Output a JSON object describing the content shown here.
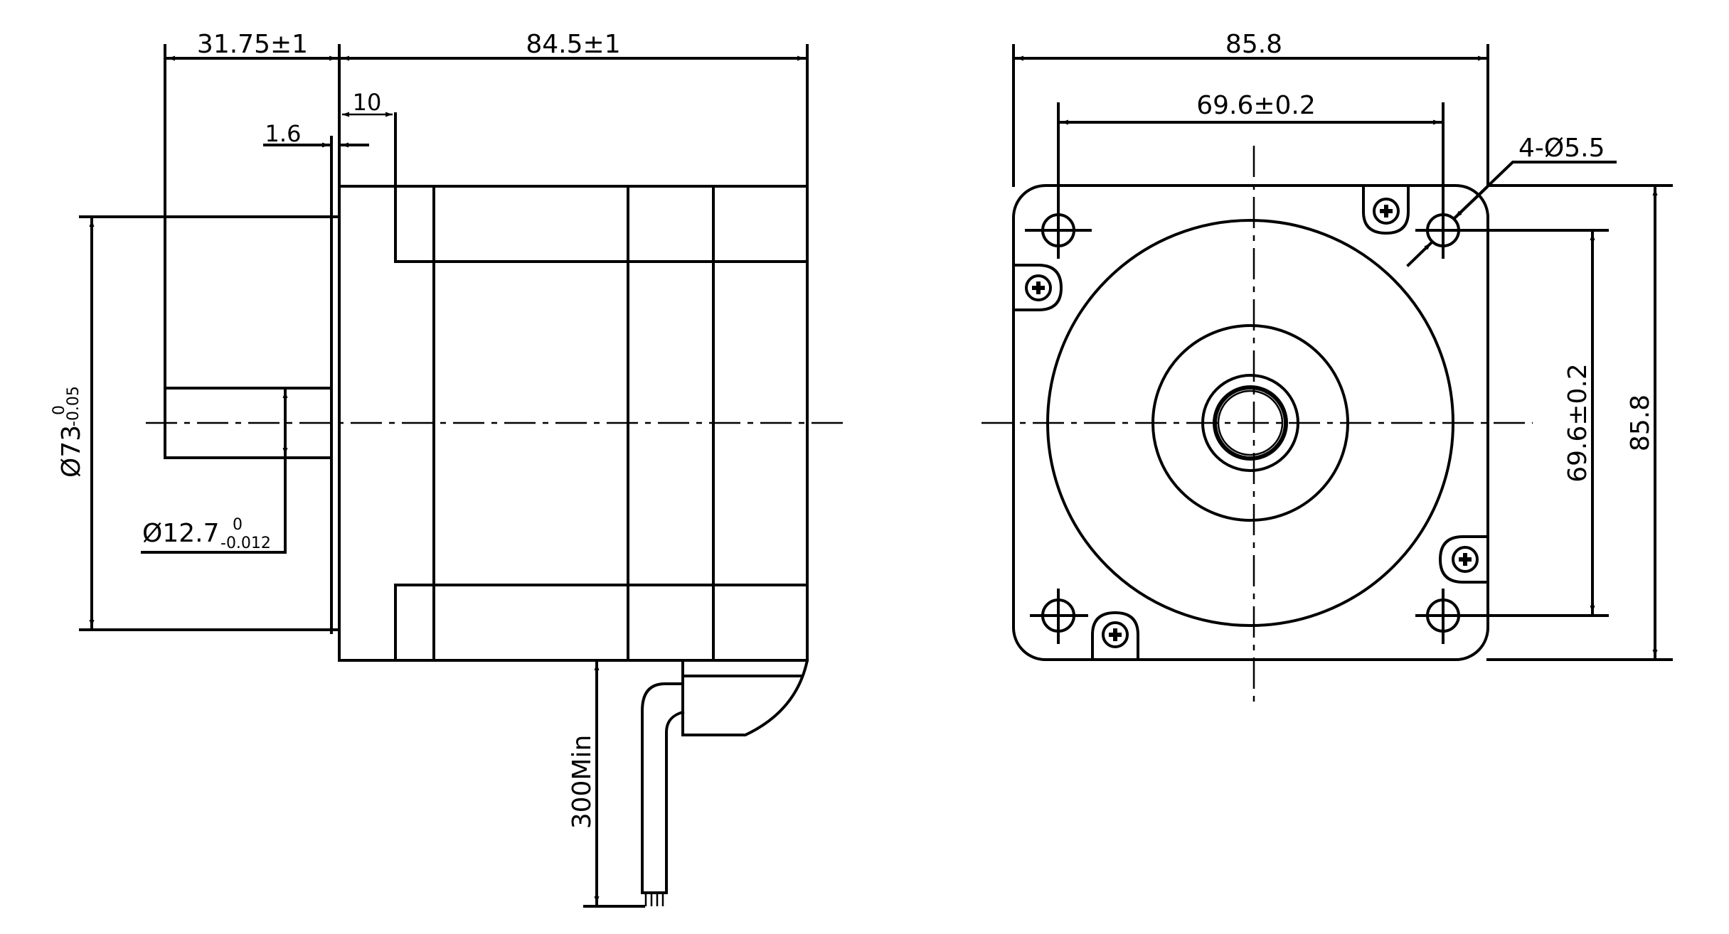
{
  "drawing": {
    "type": "stepper-motor-outline-drawing",
    "units": "mm",
    "line_color": "#000000",
    "background": "#ffffff"
  },
  "side_view": {
    "dims": {
      "shaft_length": "31.75±1",
      "body_length": "84.5±1",
      "pilot_depth": "10",
      "flange_thickness": "1.6",
      "pilot_diameter": "Ø73",
      "pilot_diameter_tol_upper": "0",
      "pilot_diameter_tol_lower": "-0.05",
      "shaft_diameter": "Ø12.7",
      "shaft_diameter_tol_upper": "0",
      "shaft_diameter_tol_lower": "-0.012",
      "lead_length": "300Min"
    }
  },
  "front_view": {
    "dims": {
      "width": "85.8",
      "hole_spacing_h": "69.6±0.2",
      "hole_callout": "4-Ø5.5",
      "hole_spacing_v": "69.6±0.2",
      "height": "85.8"
    }
  }
}
